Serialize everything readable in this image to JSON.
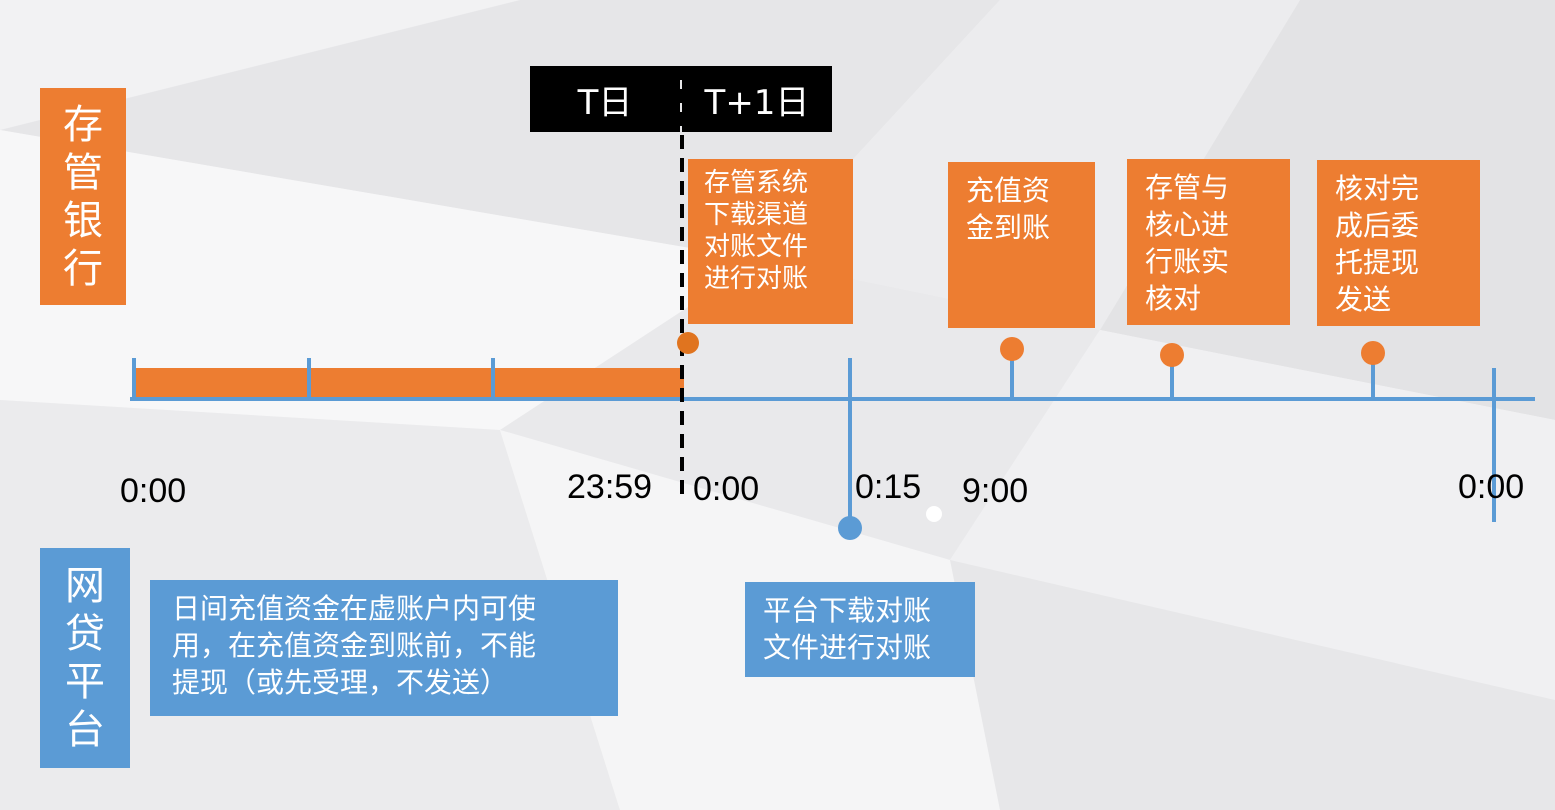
{
  "colors": {
    "orange": "#ed7d31",
    "blue": "#5b9bd5",
    "black": "#000000"
  },
  "bank_label": [
    "存",
    "管",
    "银",
    "行"
  ],
  "platform_label": [
    "网",
    "贷",
    "平",
    "台"
  ],
  "day_tags": {
    "t_day": "T日",
    "t1_day": "T+1日"
  },
  "time_labels": [
    "0:00",
    "23:59",
    "0:00",
    "0:15",
    "9:00",
    "0:00"
  ],
  "bank_events": [
    {
      "text": "存管系统\n下载渠道\n对账文件\n进行对账"
    },
    {
      "text": "充值资\n金到账"
    },
    {
      "text": "存管与\n核心进\n行账实\n核对"
    },
    {
      "text": "核对完\n成后委\n托提现\n发送"
    }
  ],
  "platform_events": [
    {
      "text": "日间充值资金在虚账户内可使\n用，在充值资金到账前，不能\n提现（或先受理，不发送）"
    },
    {
      "text": "平台下载对账\n文件进行对账"
    }
  ]
}
